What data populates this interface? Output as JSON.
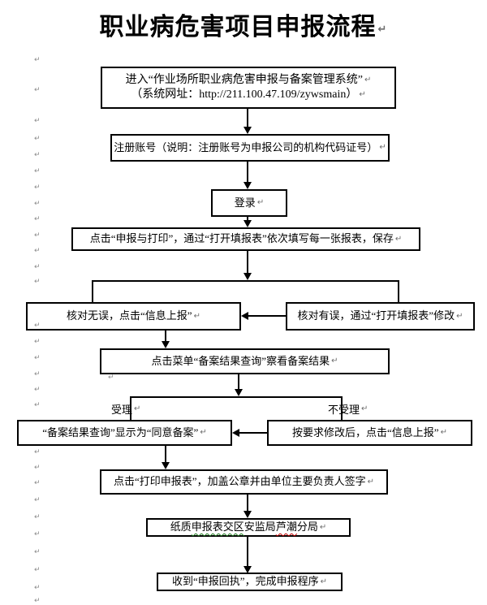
{
  "page": {
    "title": "职业病危害项目申报流程",
    "pilcrow": "↵"
  },
  "flow": {
    "enter_system_line1": "进入“作业场所职业病危害申报与备案管理系统”",
    "enter_system_line2": "（系统网址：http://211.100.47.109/zywsmain）",
    "register": "注册账号（说明：注册账号为申报公司的机构代码证号）",
    "login": "登录",
    "fill_forms": "点击“申报与打印”，通过“打开填报表”依次填写每一张报表，保存",
    "verified_submit": "核对无误，点击“信息上报”",
    "error_modify": "核对有误，通过“打开填报表”修改",
    "check_result": "点击菜单“备案结果查询”察看备案结果",
    "label_accepted": "受理",
    "label_not_accepted": "不受理",
    "approved": "“备案结果查询”显示为“同意备案”",
    "modify_resubmit": "按要求修改后，点击“信息上报”",
    "print_sign": "点击“打印申报表”，加盖公章并由单位主要负责人签字",
    "deliver_paper": {
      "seg1": "纸质",
      "seg2": "申报表交区",
      "seg3": "安监局",
      "seg4": "芦潮",
      "seg5": "分局"
    },
    "receive_receipt": "收到“申报回执”，完成申报程序"
  }
}
